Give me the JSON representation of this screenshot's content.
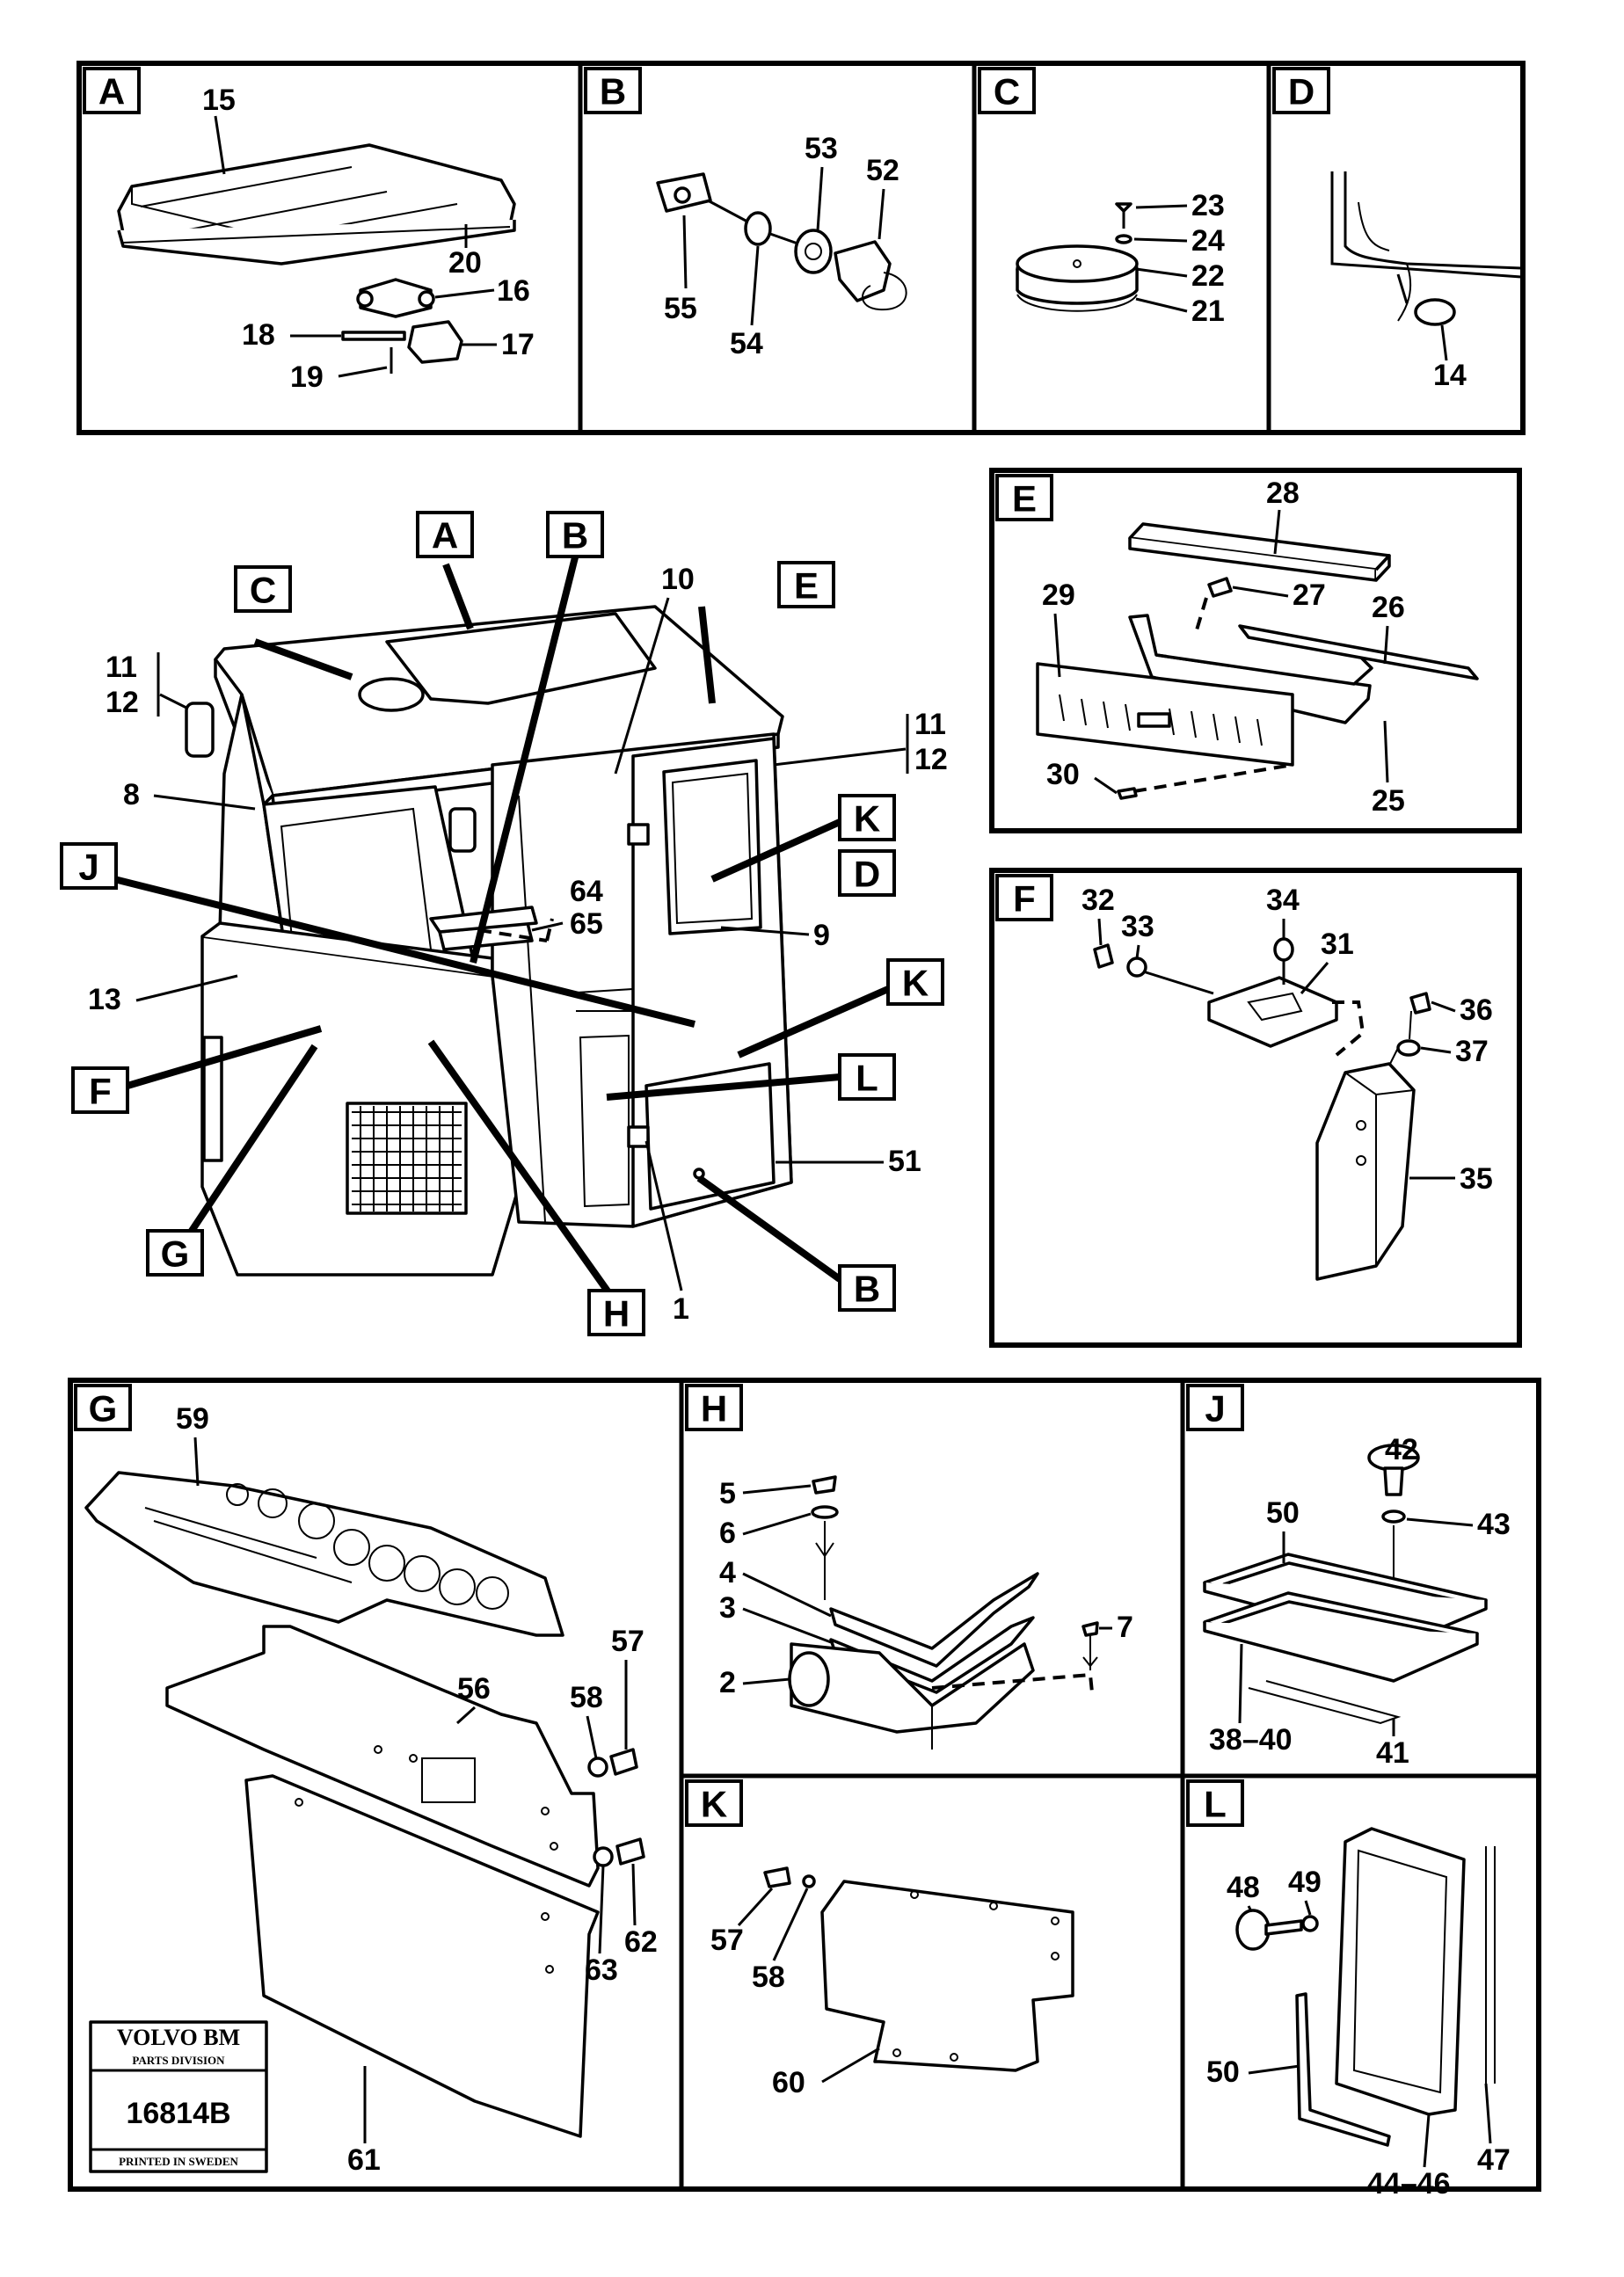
{
  "panels": {
    "A": {
      "tag": "A",
      "callouts": [
        "15",
        "20",
        "16",
        "18",
        "17",
        "19"
      ]
    },
    "B": {
      "tag": "B",
      "callouts": [
        "53",
        "52",
        "55",
        "54"
      ]
    },
    "C": {
      "tag": "C",
      "callouts": [
        "23",
        "24",
        "22",
        "21"
      ]
    },
    "D": {
      "tag": "D",
      "callouts": [
        "14"
      ]
    },
    "E": {
      "tag": "E",
      "callouts": [
        "28",
        "29",
        "27",
        "26",
        "30",
        "25"
      ]
    },
    "F": {
      "tag": "F",
      "callouts": [
        "32",
        "33",
        "34",
        "31",
        "36",
        "37",
        "35"
      ]
    },
    "G": {
      "tag": "G",
      "callouts": [
        "59",
        "57",
        "56",
        "58",
        "62",
        "63",
        "61"
      ]
    },
    "H": {
      "tag": "H",
      "callouts": [
        "5",
        "6",
        "4",
        "3",
        "7",
        "2"
      ]
    },
    "J": {
      "tag": "J",
      "callouts": [
        "42",
        "50",
        "43",
        "38–40",
        "41"
      ]
    },
    "K": {
      "tag": "K",
      "callouts": [
        "57",
        "58",
        "60"
      ]
    },
    "L": {
      "tag": "L",
      "callouts": [
        "48",
        "49",
        "50",
        "47",
        "44–46"
      ]
    }
  },
  "main": {
    "tags": [
      "A",
      "B",
      "C",
      "E",
      "J",
      "K",
      "D",
      "K",
      "L",
      "F",
      "G",
      "H",
      "B"
    ],
    "callouts": [
      "10",
      "11",
      "12",
      "11",
      "12",
      "8",
      "64",
      "65",
      "9",
      "13",
      "51",
      "1"
    ]
  },
  "logo": {
    "brand": "VOLVO BM",
    "division": "PARTS DIVISION",
    "number": "16814B",
    "footer": "PRINTED IN SWEDEN"
  }
}
